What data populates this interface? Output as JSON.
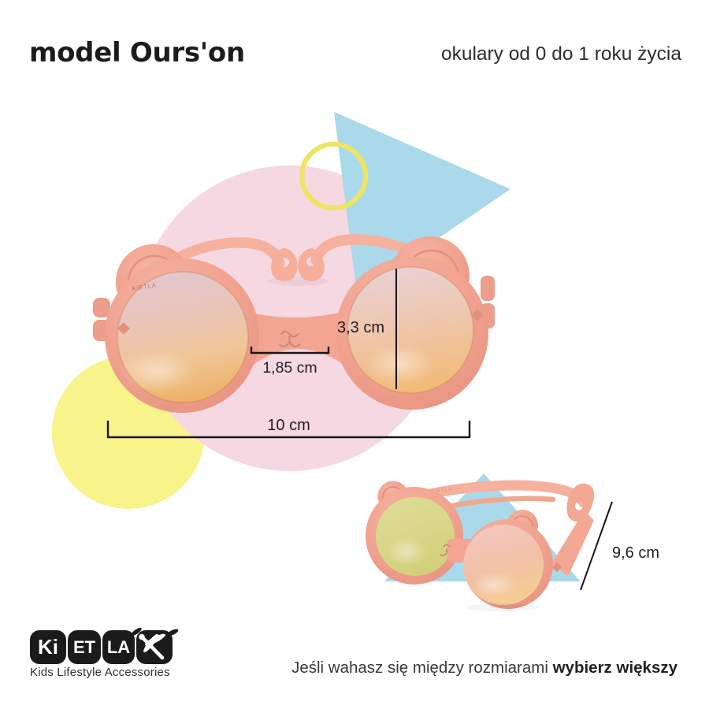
{
  "header": {
    "title": "model Ours'on",
    "subtitle": "okulary od 0 do 1 roku życia"
  },
  "product": {
    "brand_mark": "KiETLA"
  },
  "measurements": {
    "lens_height": "3,3 cm",
    "bridge_width": "1,85 cm",
    "frame_width": "10 cm",
    "temple_length": "9,6 cm"
  },
  "logo": {
    "blocks": [
      "Ki",
      "ET",
      "LA"
    ],
    "tagline": "Kids Lifestyle Accessories"
  },
  "footer": {
    "text": "Jeśli wahasz się między rozmiarami",
    "bold_text": "wybierz większy"
  },
  "colors": {
    "pink_circle": "#f6d8e2",
    "blue_triangle": "#a9d9ea",
    "yellow_circle": "#f8f48b",
    "yellow_ring": "#eee465",
    "frame_peach": "#f2a592",
    "temple_peach": "#f5b19d",
    "lens_orange": "#f3c183",
    "text_dark": "#1c1c1c"
  }
}
